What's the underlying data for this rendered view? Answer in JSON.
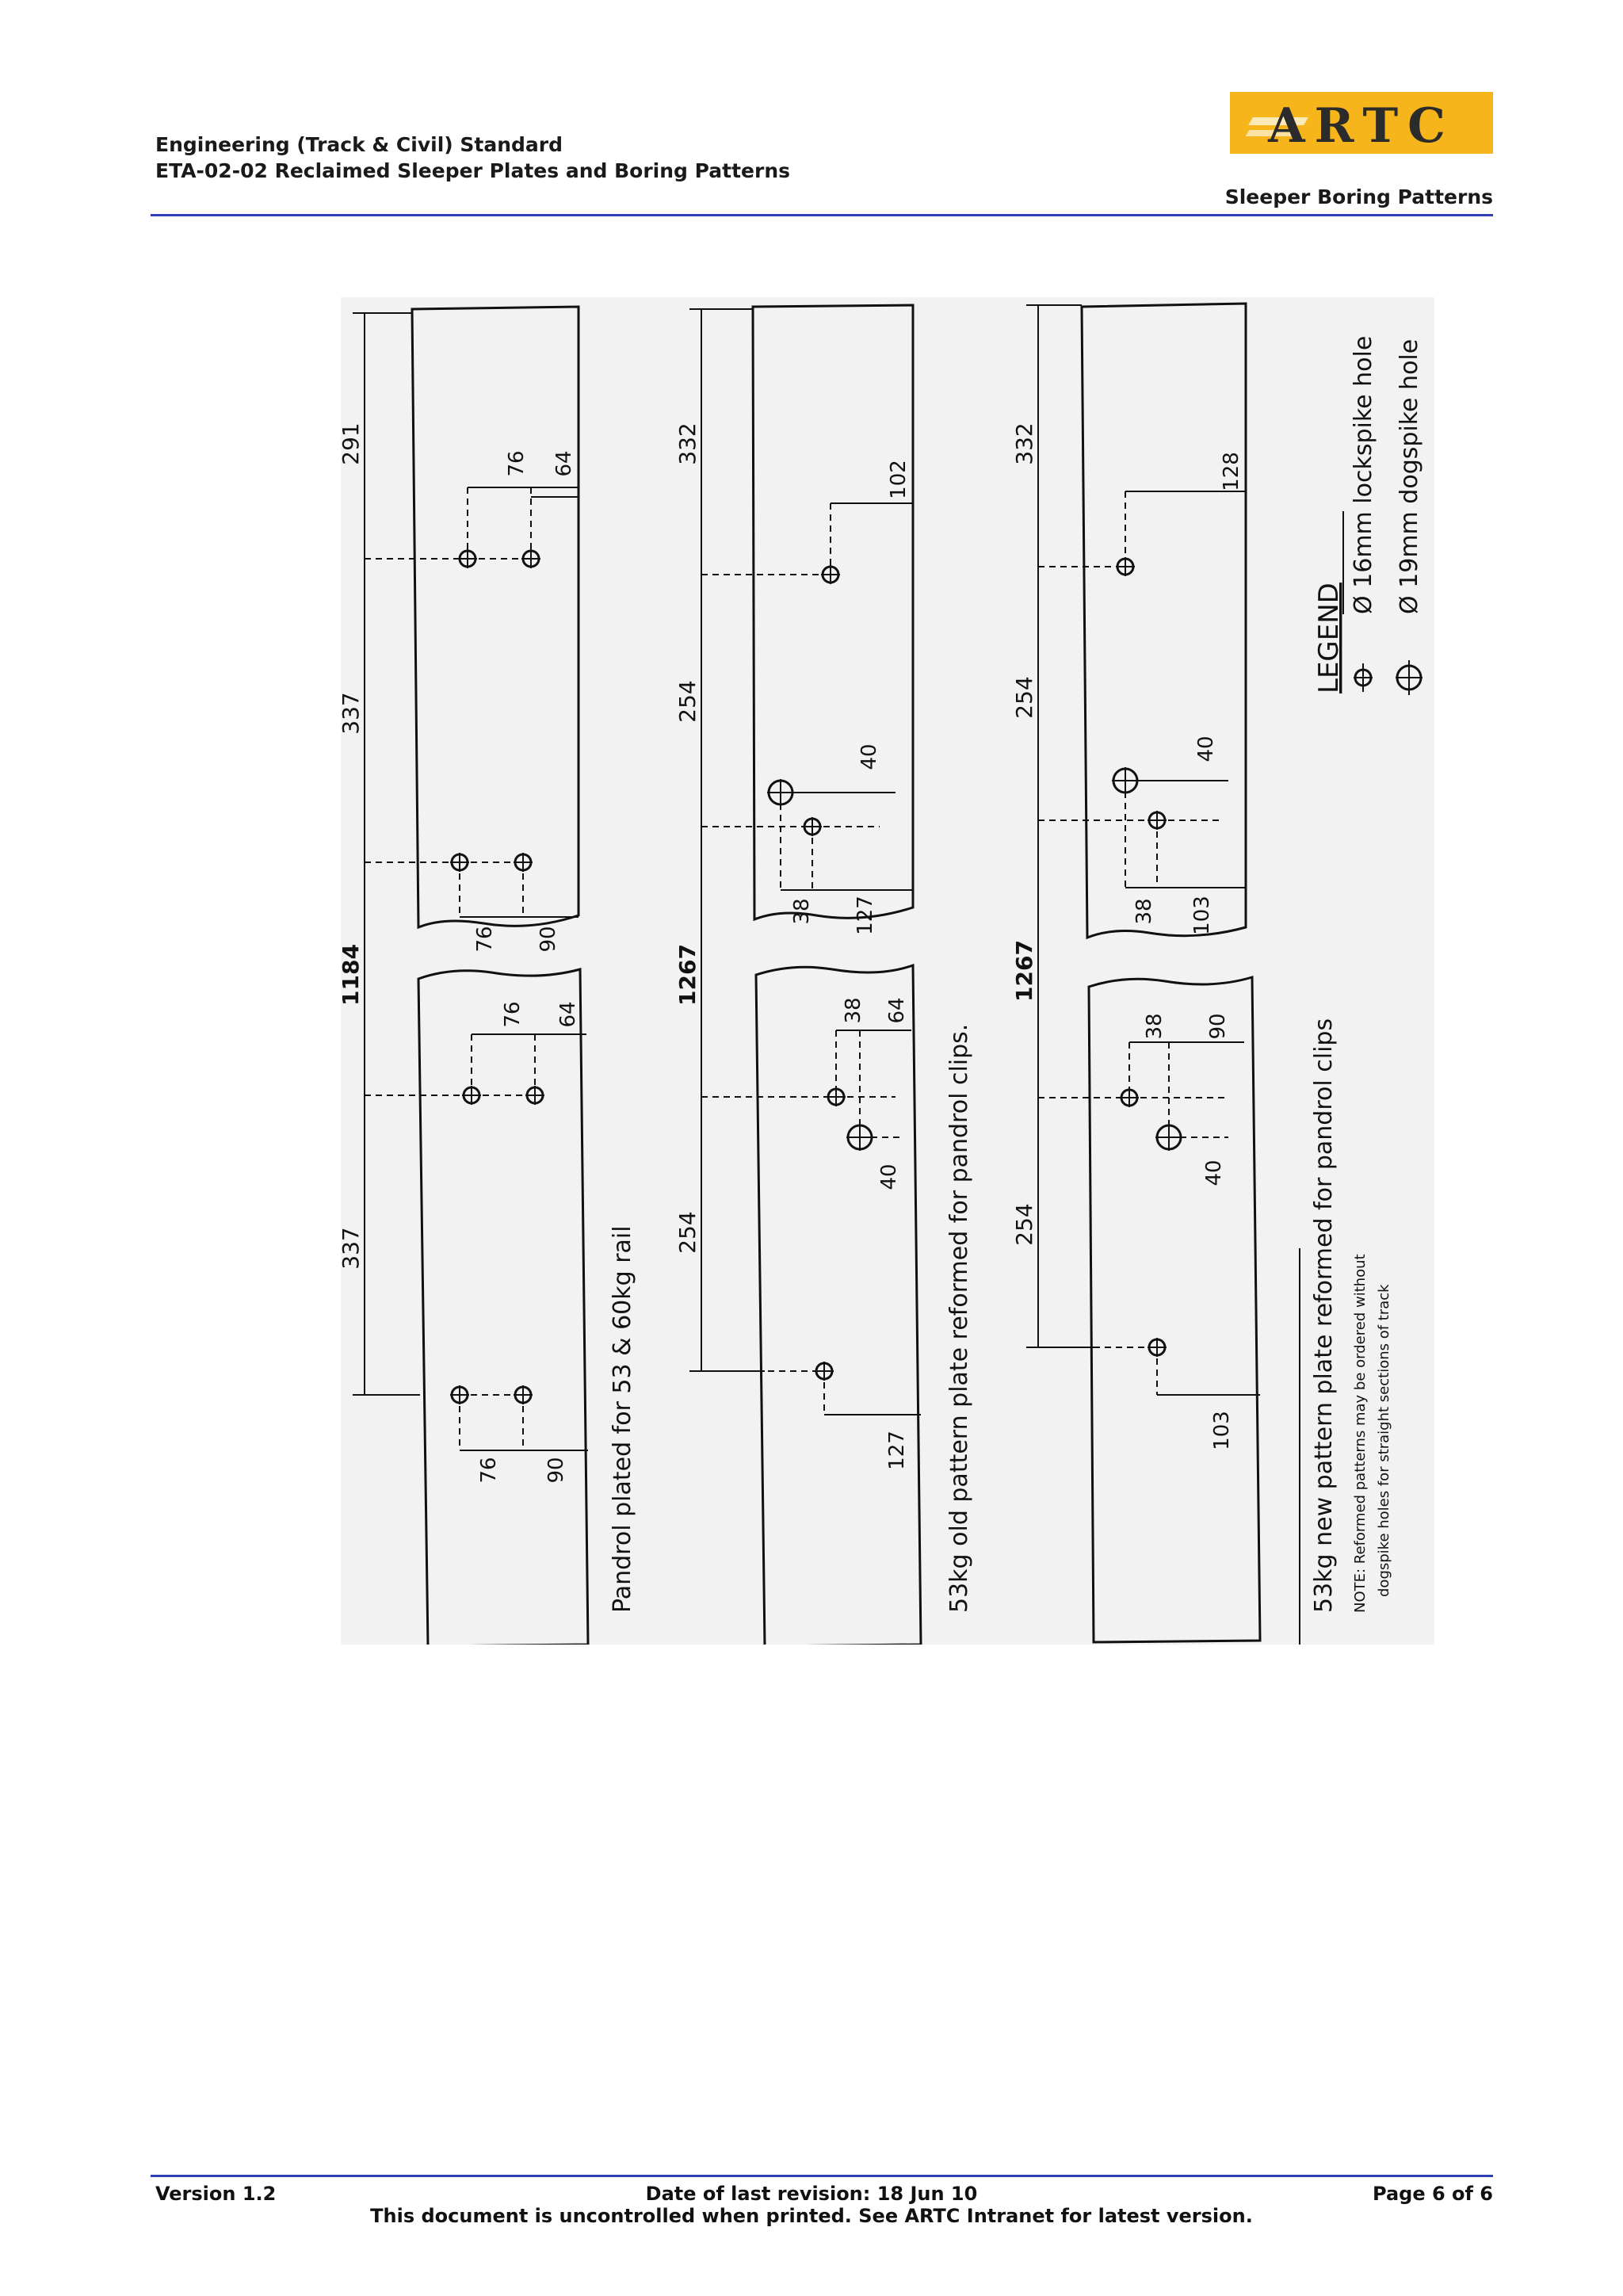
{
  "header": {
    "line1": "Engineering (Track & Civil) Standard",
    "line2": "ETA-02-02  Reclaimed Sleeper Plates and Boring Patterns",
    "section": "Sleeper Boring Patterns",
    "logo_text": "ARTC",
    "logo_color": "#f6b51a"
  },
  "footer": {
    "version": "Version 1.2",
    "revision": "Date of last revision: 18 Jun 10",
    "page": "Page 6 of 6",
    "note": "This document is uncontrolled when printed. See ARTC Intranet for latest version."
  },
  "drawing": {
    "plate1": {
      "caption": "Pandrol plated for 53 & 60kg rail",
      "dims": {
        "overall": "1184",
        "top_end": "291",
        "top_mid": "337",
        "bot_mid": "337",
        "a_76": "76",
        "a_64": "64",
        "b_76": "76",
        "b_90": "90",
        "c_76": "76",
        "c_64": "64",
        "d_76": "76",
        "d_90": "90"
      }
    },
    "plate2": {
      "caption": "53kg old pattern plate reformed for pandrol clips.",
      "dims": {
        "overall": "1267",
        "top_end": "332",
        "top_mid": "254",
        "bot_mid": "254",
        "a_102": "102",
        "b_40": "40",
        "b_38": "38",
        "b_127": "127",
        "c_38": "38",
        "c_64": "64",
        "c_40": "40",
        "d_127": "127"
      }
    },
    "plate3": {
      "caption": "53kg new pattern plate reformed for pandrol clips",
      "dims": {
        "overall": "1267",
        "top_end": "332",
        "top_mid": "254",
        "bot_mid": "254",
        "a_128": "128",
        "b_40": "40",
        "b_38": "38",
        "b_103": "103",
        "c_38": "38",
        "c_90": "90",
        "c_40": "40",
        "d_103": "103"
      }
    },
    "legend": {
      "title": "LEGEND",
      "item1": "Ø 16mm lockspike hole",
      "item2": "Ø 19mm dogspike hole"
    },
    "note_line1": "NOTE: Reformed patterns may be ordered without",
    "note_line2": "dogspike holes for straight sections of track"
  }
}
